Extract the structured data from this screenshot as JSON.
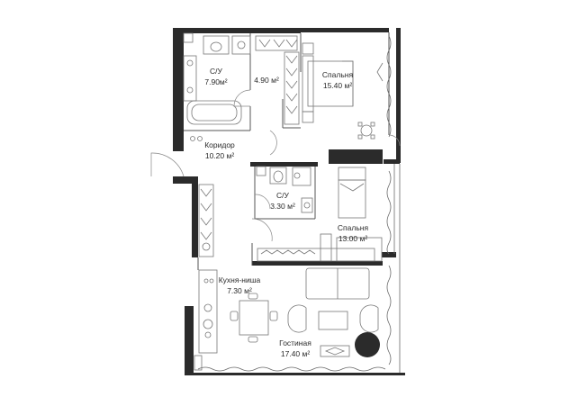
{
  "plan": {
    "rooms": [
      {
        "key": "bath1",
        "label": "С/У",
        "area": "7.90м²"
      },
      {
        "key": "closet",
        "label": "",
        "area": "4.90 м²"
      },
      {
        "key": "bed1",
        "label": "Спальня",
        "area": "15.40 м²"
      },
      {
        "key": "corridor",
        "label": "Коридор",
        "area": "10.20 м²"
      },
      {
        "key": "bath2",
        "label": "С/У",
        "area": "3.30 м²"
      },
      {
        "key": "bed2",
        "label": "Спальня",
        "area": "13.00 м²"
      },
      {
        "key": "kitchen",
        "label": "Кухня-ниша",
        "area": "7.30 м²"
      },
      {
        "key": "living",
        "label": "Гостиная",
        "area": "17.40 м²"
      }
    ],
    "colors": {
      "wall": "#2b2b2b",
      "line": "#6a6a6a",
      "column": "#2b2b2b"
    }
  }
}
